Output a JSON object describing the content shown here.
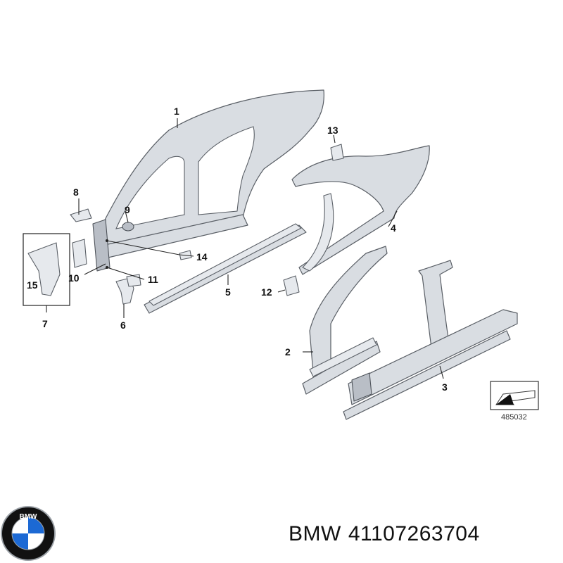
{
  "callouts": [
    {
      "id": "1",
      "label": "1"
    },
    {
      "id": "2",
      "label": "2"
    },
    {
      "id": "3",
      "label": "3"
    },
    {
      "id": "4",
      "label": "4"
    },
    {
      "id": "5",
      "label": "5"
    },
    {
      "id": "6",
      "label": "6"
    },
    {
      "id": "7",
      "label": "7"
    },
    {
      "id": "8",
      "label": "8"
    },
    {
      "id": "9",
      "label": "9"
    },
    {
      "id": "10",
      "label": "10"
    },
    {
      "id": "11",
      "label": "11"
    },
    {
      "id": "12",
      "label": "12"
    },
    {
      "id": "13",
      "label": "13"
    },
    {
      "id": "14",
      "label": "14"
    },
    {
      "id": "15",
      "label": "15"
    }
  ],
  "diagram_ref": "485032",
  "brand": {
    "name": "BMW",
    "part_number": "41107263704",
    "logo_text": "BMW",
    "colors": {
      "blue": "#1c69d4",
      "black": "#111111",
      "white": "#ffffff",
      "ring": "#9aa0a6"
    }
  }
}
